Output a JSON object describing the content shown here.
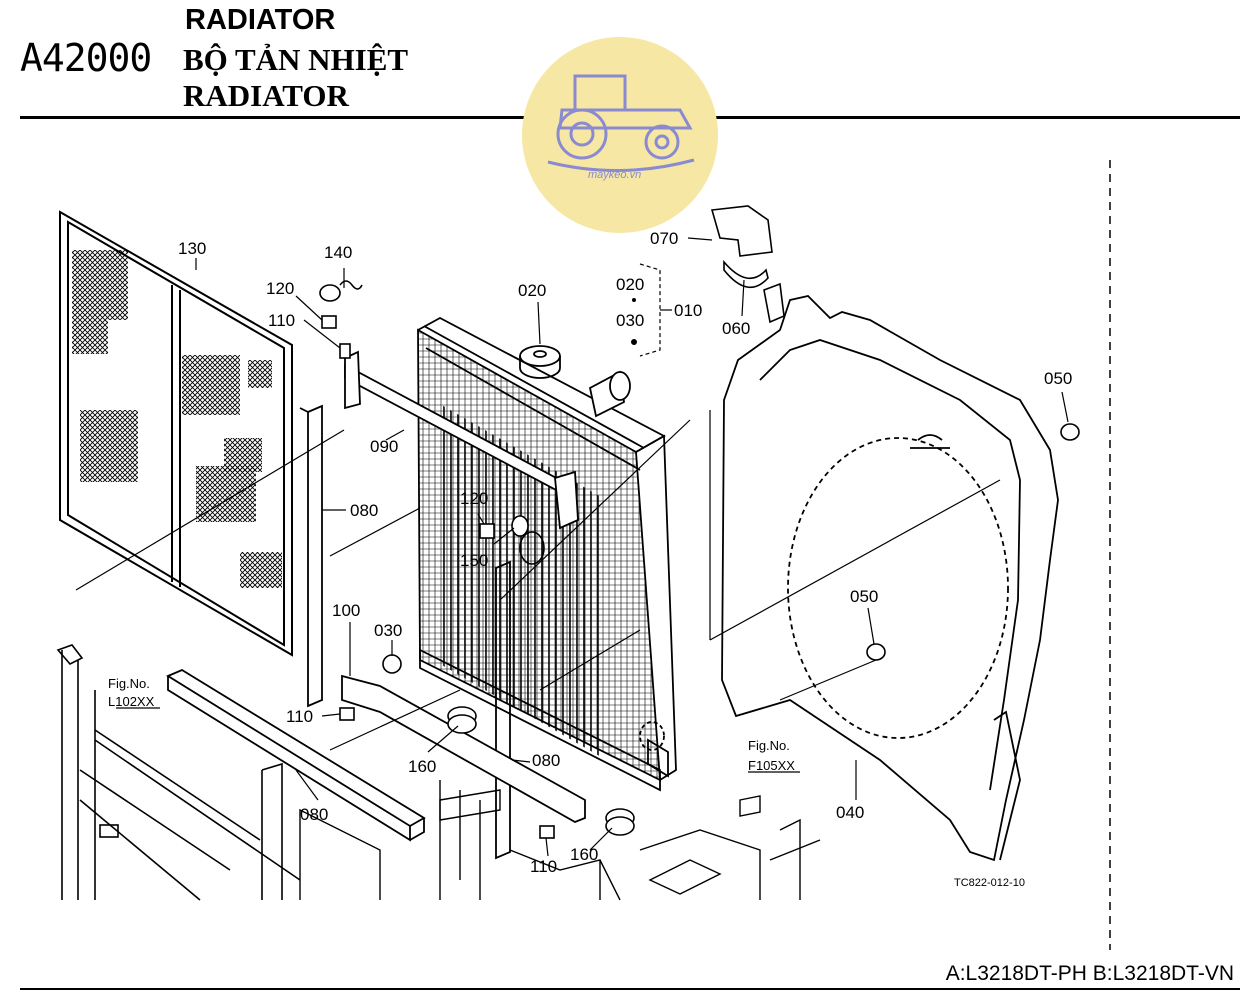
{
  "header": {
    "code": "A42000",
    "title_en": "RADIATOR",
    "title_vi": "BỘ TẢN NHIỆT",
    "title_alt": "RADIATOR"
  },
  "watermark": {
    "text": "maykeo.vn"
  },
  "callouts": {
    "c130": "130",
    "c140": "140",
    "c120a": "120",
    "c110a": "110",
    "c020a": "020",
    "c020b": "020",
    "c030b": "030",
    "c010": "010",
    "c070": "070",
    "c060": "060",
    "c050a": "050",
    "c090": "090",
    "c120b": "120",
    "c150": "150",
    "c080a": "080",
    "c100": "100",
    "c030a": "030",
    "c050b": "050",
    "c110b": "110",
    "c160a": "160",
    "c080b": "080",
    "c080c": "080",
    "c110c": "110",
    "c160b": "160",
    "c040": "040"
  },
  "fig_refs": {
    "left_label": "Fig.No.",
    "left_code": "L102XX",
    "right_label": "Fig.No.",
    "right_code": "F105XX"
  },
  "drawing_code": "TC822-012-10",
  "footer": "A:L3218DT-PH B:L3218DT-VN",
  "colors": {
    "watermark_bg": "#f7e7a4",
    "watermark_ink": "#8a8ad0"
  }
}
